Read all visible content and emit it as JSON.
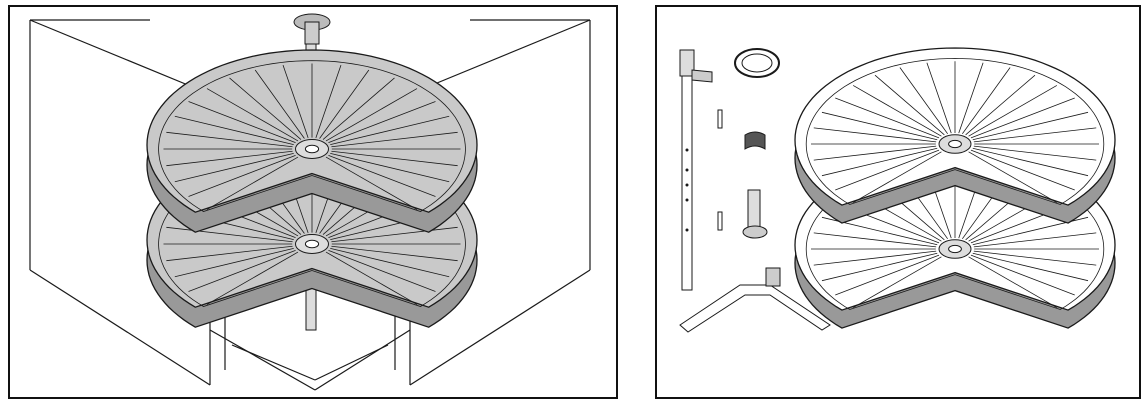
{
  "panels": [
    {
      "id": "installed-view",
      "illustration": "corner-cabinet-lazy-susan-installed",
      "tray_fill": "#c9c9c9"
    },
    {
      "id": "parts-view",
      "illustration": "lazy-susan-parts-exploded",
      "tray_fill": "#ffffff"
    }
  ],
  "colors": {
    "line": "#1a1a1a",
    "border": "#111111",
    "background": "#ffffff"
  }
}
